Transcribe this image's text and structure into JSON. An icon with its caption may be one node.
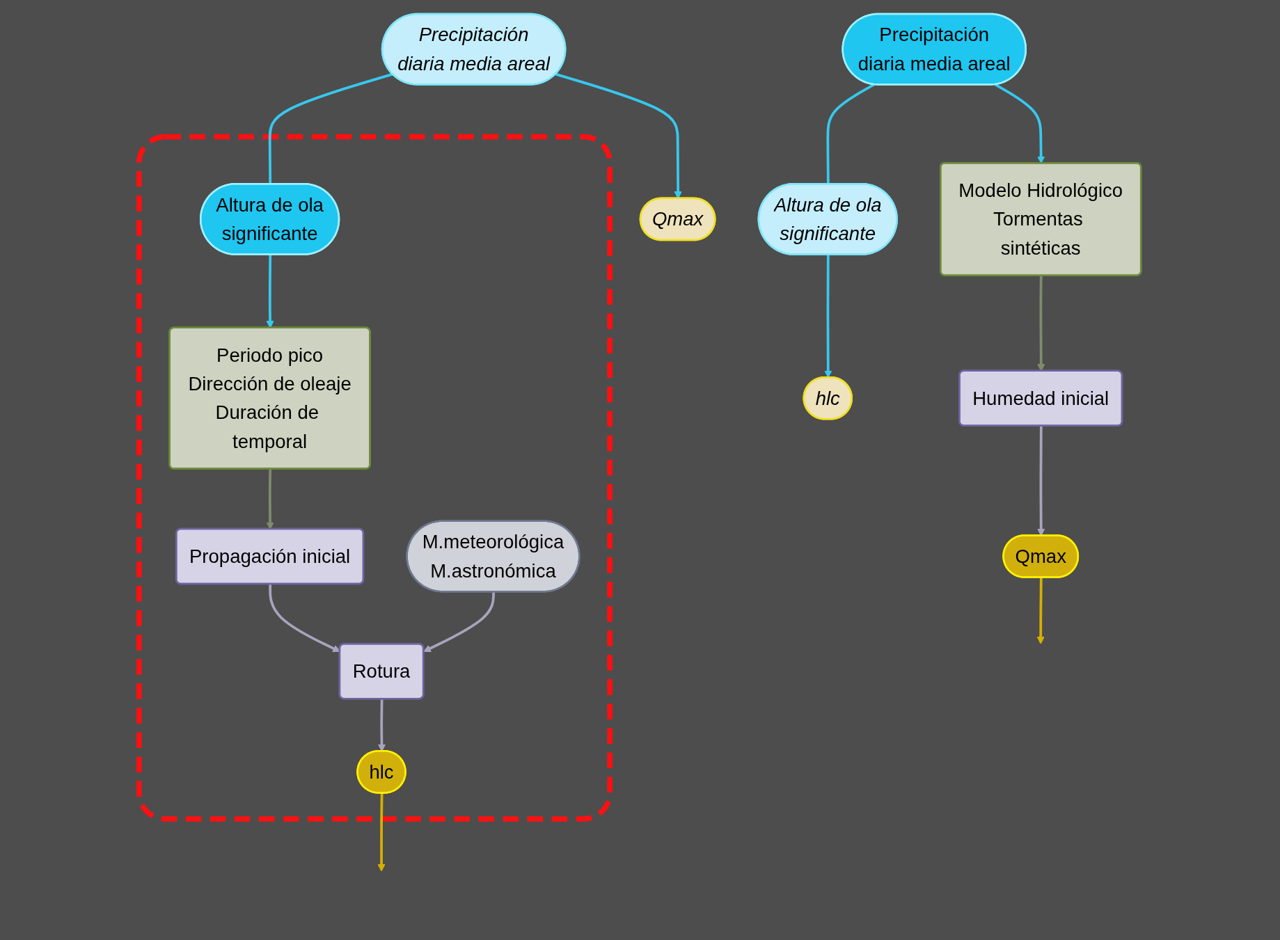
{
  "diagram": {
    "nodes": [
      {
        "text": [
          "Precipitación",
          "diaria media areal"
        ]
      },
      {
        "text": [
          "Altura de ola",
          "significante"
        ]
      },
      {
        "text": [
          "Precipitación",
          "diaria media areal"
        ]
      },
      {
        "text": [],
        "shape": "box"
      },
      {
        "text": [
          "Altura de ola",
          "significante"
        ],
        "in": 3
      },
      {
        "text": [
          "Periodo pico",
          "Dirección de oleaje",
          "Duración de temporal"
        ],
        "in": 3
      },
      {
        "text": [
          "Modelo Hidrológico",
          "Tormentas sintéticas"
        ]
      },
      {
        "text": [
          "Propagación inicial"
        ],
        "in": 3
      },
      {
        "text": [
          "M.meteorológica",
          "M.astronómica"
        ],
        "in": 3
      },
      {
        "text": [
          "Humedad inicial"
        ]
      },
      {
        "text": [
          "Rotura"
        ],
        "in": 3
      },
      {
        "text": [
          "Qmax"
        ]
      },
      {
        "text": [
          "Qmax"
        ]
      },
      {
        "text": [
          "hlc"
        ]
      },
      {
        "text": [
          "hlc"
        ],
        "in": 3
      }
    ],
    "edges": [
      {
        "from": 0,
        "to": 1,
        "arrow": "none"
      },
      {
        "from": 2,
        "to": 4,
        "arrow": "none"
      },
      {
        "from": 0,
        "to": 6,
        "arrow": "to"
      },
      {
        "from": 1,
        "to": 13,
        "arrow": "to"
      },
      {
        "from": 2,
        "to": 11,
        "arrow": "to"
      },
      {
        "from": 4,
        "to": 5,
        "arrow": "to"
      },
      {
        "from": 5,
        "to": 7,
        "arrow": "to",
        "color": "#7e8c6c"
      },
      {
        "from": 6,
        "to": 9,
        "arrow": "to",
        "color": "#7e8c6c"
      },
      {
        "from": 9,
        "to": 12,
        "arrow": "to",
        "color": "#a7a4bc"
      },
      {
        "from": 7,
        "to": 10,
        "arrow": "to",
        "color": "#a7a4bc"
      },
      {
        "from": 8,
        "to": 10,
        "arrow": "to",
        "color": "#a7a4bc"
      },
      {
        "from": 10,
        "to": 14,
        "arrow": "to",
        "color": "#a7a4bc"
      },
      {
        "from": 12,
        "to": null,
        "arrow": "to",
        "color": "#d4b000"
      },
      {
        "from": 14,
        "to": null,
        "arrow": "to",
        "color": "#d4b000"
      }
    ]
  }
}
